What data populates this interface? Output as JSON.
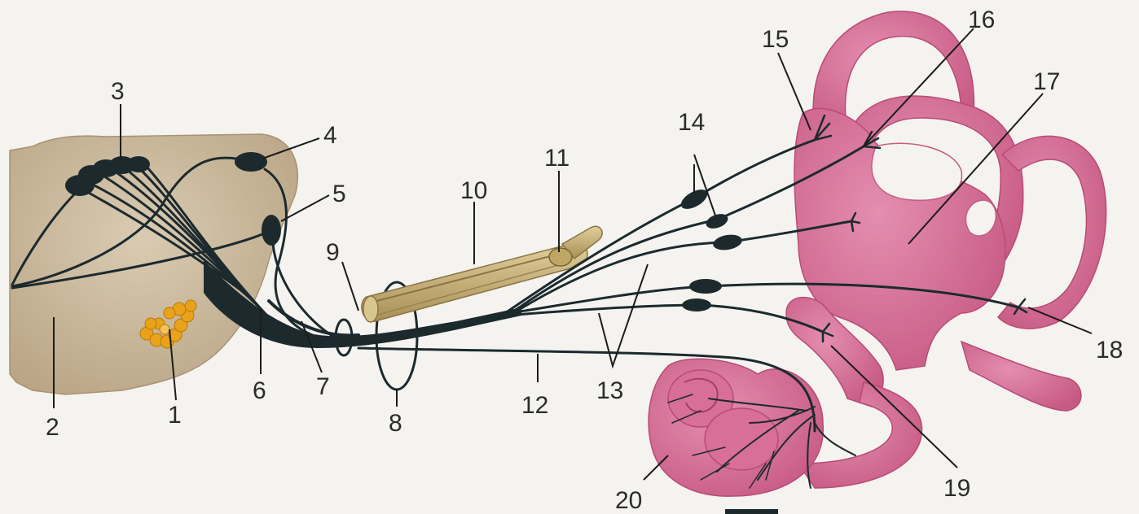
{
  "labels": {
    "l1": "1",
    "l2": "2",
    "l3": "3",
    "l4": "4",
    "l5": "5",
    "l6": "6",
    "l7": "7",
    "l8": "8",
    "l9": "9",
    "l10": "10",
    "l11": "11",
    "l12": "12",
    "l13": "13",
    "l14": "14",
    "l15": "15",
    "l16": "16",
    "l17": "17",
    "l18": "18",
    "l19": "19",
    "l20": "20"
  },
  "colors": {
    "background": "#f4f3ef",
    "brainstem": "#c9b79b",
    "nucleus_yellow": "#e9a21a",
    "nerve": "#1c2a2e",
    "labyrinth": "#d26d93",
    "labyrinth_dark": "#b94a76",
    "bone_tube": "#c6b07a"
  }
}
